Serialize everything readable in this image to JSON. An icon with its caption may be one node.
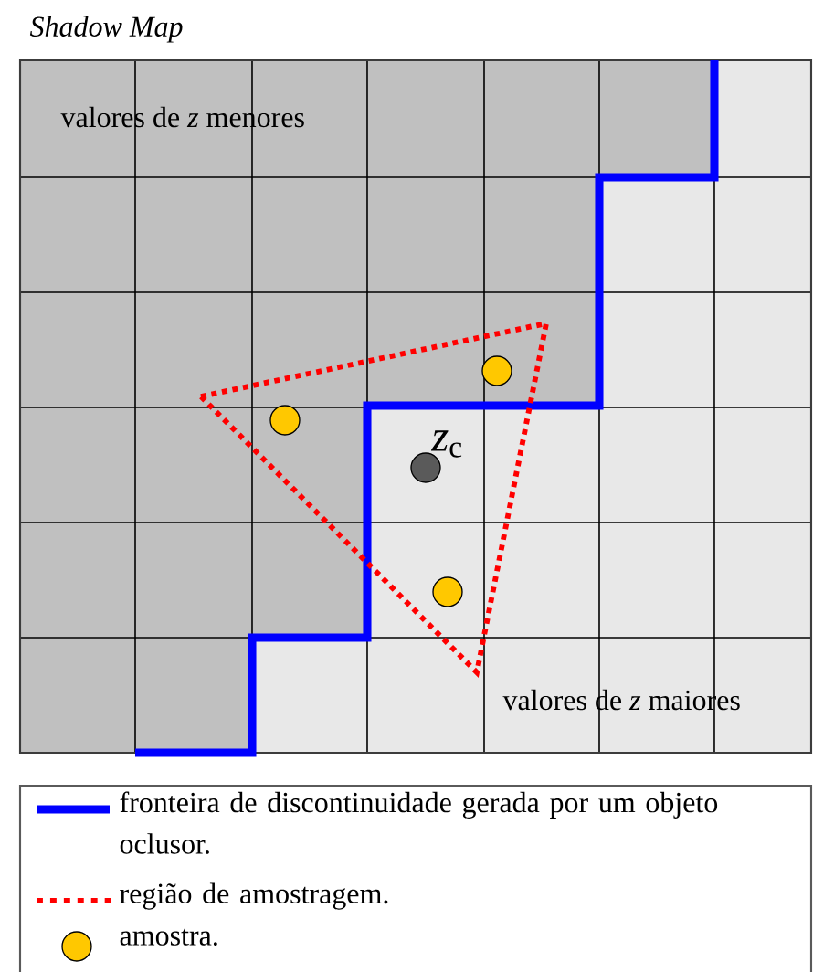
{
  "diagram": {
    "title": "Shadow Map",
    "labels": [
      "valores de *z* menores",
      "*z*$_{c}$",
      "valores de *z* maiores"
    ],
    "legend": [
      {
        "text": "fronteira de discontinuidade gerada por um objeto oclusor."
      },
      {
        "text": "região de amostragem."
      },
      {
        "text": "amostra."
      }
    ]
  }
}
